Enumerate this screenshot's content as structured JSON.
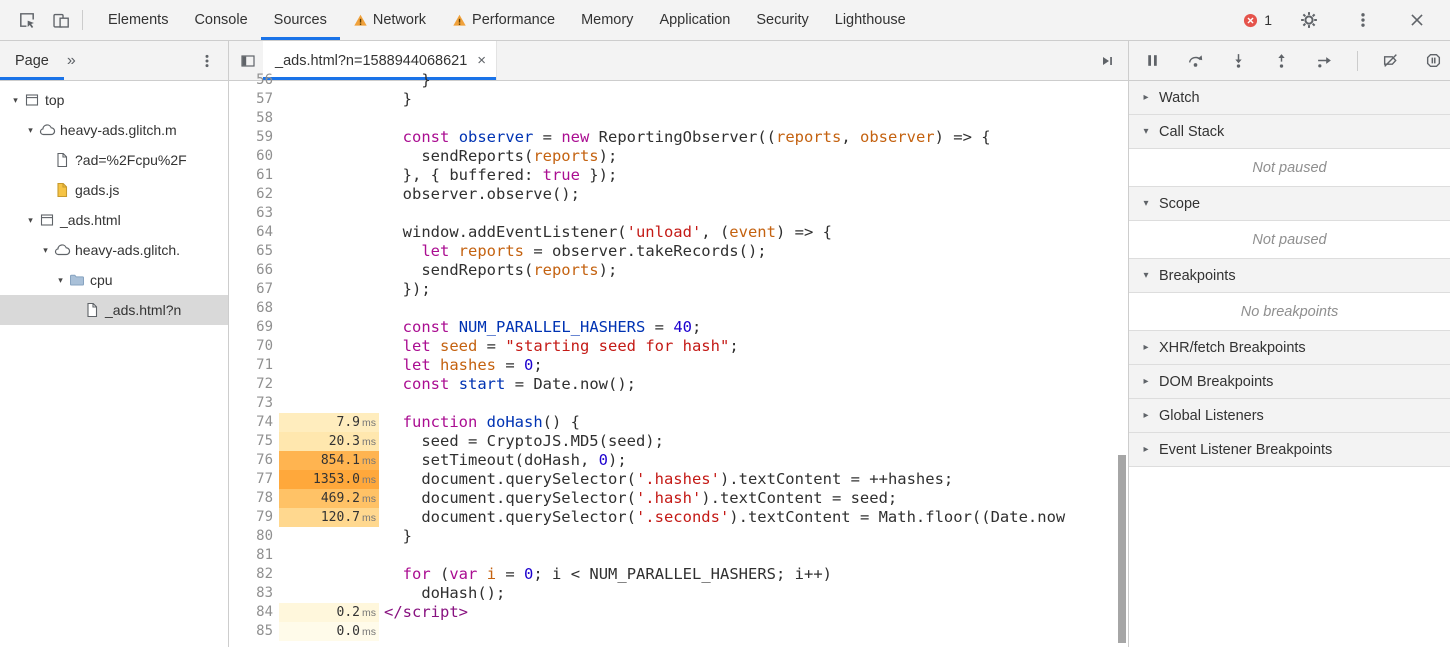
{
  "topbar": {
    "tabs": [
      {
        "label": "Elements"
      },
      {
        "label": "Console"
      },
      {
        "label": "Sources",
        "active": true
      },
      {
        "label": "Network",
        "warning": true
      },
      {
        "label": "Performance",
        "warning": true
      },
      {
        "label": "Memory"
      },
      {
        "label": "Application"
      },
      {
        "label": "Security"
      },
      {
        "label": "Lighthouse"
      }
    ],
    "error_count": "1",
    "accent_color": "#1a73e8"
  },
  "navigator": {
    "tab_label": "Page",
    "more_tabs_glyph": "»",
    "tree": [
      {
        "label": "top",
        "icon": "frame",
        "level": 0,
        "expanded": true
      },
      {
        "label": "heavy-ads.glitch.m",
        "icon": "cloud",
        "level": 1,
        "expanded": true
      },
      {
        "label": "?ad=%2Fcpu%2F",
        "icon": "doc",
        "level": 2
      },
      {
        "label": "gads.js",
        "icon": "js",
        "level": 2
      },
      {
        "label": "_ads.html",
        "icon": "frame",
        "level": 1,
        "expanded": true
      },
      {
        "label": "heavy-ads.glitch.",
        "icon": "cloud",
        "level": 2,
        "expanded": true
      },
      {
        "label": "cpu",
        "icon": "folder",
        "level": 3,
        "expanded": true
      },
      {
        "label": "_ads.html?n",
        "icon": "doc",
        "level": 4,
        "selected": true
      }
    ]
  },
  "editor": {
    "tab_label": "_ads.html?n=1588944068621",
    "close_glyph": "×",
    "ms_unit": "ms",
    "lines": [
      {
        "n": 56,
        "t": [
          [
            "pl",
            "    }"
          ]
        ]
      },
      {
        "n": 57,
        "t": [
          [
            "pl",
            "  }"
          ]
        ]
      },
      {
        "n": 58,
        "t": []
      },
      {
        "n": 59,
        "t": [
          [
            "pl",
            "  "
          ],
          [
            "kw",
            "const"
          ],
          [
            "pl",
            " "
          ],
          [
            "def",
            "observer"
          ],
          [
            "pl",
            " = "
          ],
          [
            "kw",
            "new"
          ],
          [
            "pl",
            " ReportingObserver(("
          ],
          [
            "loc",
            "reports"
          ],
          [
            "pl",
            ", "
          ],
          [
            "loc",
            "observer"
          ],
          [
            "pl",
            ") => {"
          ]
        ]
      },
      {
        "n": 60,
        "t": [
          [
            "pl",
            "    sendReports("
          ],
          [
            "loc",
            "reports"
          ],
          [
            "pl",
            ");"
          ]
        ]
      },
      {
        "n": 61,
        "t": [
          [
            "pl",
            "  }, { buffered: "
          ],
          [
            "kw",
            "true"
          ],
          [
            "pl",
            " });"
          ]
        ]
      },
      {
        "n": 62,
        "t": [
          [
            "pl",
            "  observer.observe();"
          ]
        ]
      },
      {
        "n": 63,
        "t": []
      },
      {
        "n": 64,
        "t": [
          [
            "pl",
            "  window.addEventListener("
          ],
          [
            "str",
            "'unload'"
          ],
          [
            "pl",
            ", ("
          ],
          [
            "loc",
            "event"
          ],
          [
            "pl",
            ") => {"
          ]
        ]
      },
      {
        "n": 65,
        "t": [
          [
            "pl",
            "    "
          ],
          [
            "kw",
            "let"
          ],
          [
            "pl",
            " "
          ],
          [
            "loc",
            "reports"
          ],
          [
            "pl",
            " = observer.takeRecords();"
          ]
        ]
      },
      {
        "n": 66,
        "t": [
          [
            "pl",
            "    sendReports("
          ],
          [
            "loc",
            "reports"
          ],
          [
            "pl",
            ");"
          ]
        ]
      },
      {
        "n": 67,
        "t": [
          [
            "pl",
            "  });"
          ]
        ]
      },
      {
        "n": 68,
        "t": []
      },
      {
        "n": 69,
        "t": [
          [
            "pl",
            "  "
          ],
          [
            "kw",
            "const"
          ],
          [
            "pl",
            " "
          ],
          [
            "def",
            "NUM_PARALLEL_HASHERS"
          ],
          [
            "pl",
            " = "
          ],
          [
            "num",
            "40"
          ],
          [
            "pl",
            ";"
          ]
        ]
      },
      {
        "n": 70,
        "t": [
          [
            "pl",
            "  "
          ],
          [
            "kw",
            "let"
          ],
          [
            "pl",
            " "
          ],
          [
            "loc",
            "seed"
          ],
          [
            "pl",
            " = "
          ],
          [
            "str",
            "\"starting seed for hash\""
          ],
          [
            "pl",
            ";"
          ]
        ]
      },
      {
        "n": 71,
        "t": [
          [
            "pl",
            "  "
          ],
          [
            "kw",
            "let"
          ],
          [
            "pl",
            " "
          ],
          [
            "loc",
            "hashes"
          ],
          [
            "pl",
            " = "
          ],
          [
            "num",
            "0"
          ],
          [
            "pl",
            ";"
          ]
        ]
      },
      {
        "n": 72,
        "t": [
          [
            "pl",
            "  "
          ],
          [
            "kw",
            "const"
          ],
          [
            "pl",
            " "
          ],
          [
            "def",
            "start"
          ],
          [
            "pl",
            " = Date.now();"
          ]
        ]
      },
      {
        "n": 73,
        "t": []
      },
      {
        "n": 74,
        "ms": "7.9",
        "bg": "#ffedbe",
        "t": [
          [
            "pl",
            "  "
          ],
          [
            "kw",
            "function"
          ],
          [
            "pl",
            " "
          ],
          [
            "def",
            "doHash"
          ],
          [
            "pl",
            "() {"
          ]
        ]
      },
      {
        "n": 75,
        "ms": "20.3",
        "bg": "#ffe7ae",
        "t": [
          [
            "pl",
            "    seed = CryptoJS.MD5(seed);"
          ]
        ]
      },
      {
        "n": 76,
        "ms": "854.1",
        "bg": "#ffb450",
        "t": [
          [
            "pl",
            "    setTimeout(doHash, "
          ],
          [
            "num",
            "0"
          ],
          [
            "pl",
            ");"
          ]
        ]
      },
      {
        "n": 77,
        "ms": "1353.0",
        "bg": "#ffa83b",
        "t": [
          [
            "pl",
            "    document.querySelector("
          ],
          [
            "str",
            "'.hashes'"
          ],
          [
            "pl",
            ").textContent = ++hashes;"
          ]
        ]
      },
      {
        "n": 78,
        "ms": "469.2",
        "bg": "#ffc266",
        "t": [
          [
            "pl",
            "    document.querySelector("
          ],
          [
            "str",
            "'.hash'"
          ],
          [
            "pl",
            ").textContent = seed;"
          ]
        ]
      },
      {
        "n": 79,
        "ms": "120.7",
        "bg": "#ffd88f",
        "t": [
          [
            "pl",
            "    document.querySelector("
          ],
          [
            "str",
            "'.seconds'"
          ],
          [
            "pl",
            ").textContent = Math.floor((Date.now"
          ]
        ]
      },
      {
        "n": 80,
        "t": [
          [
            "pl",
            "  }"
          ]
        ]
      },
      {
        "n": 81,
        "t": []
      },
      {
        "n": 82,
        "t": [
          [
            "pl",
            "  "
          ],
          [
            "kw",
            "for"
          ],
          [
            "pl",
            " ("
          ],
          [
            "kw",
            "var"
          ],
          [
            "pl",
            " "
          ],
          [
            "loc",
            "i"
          ],
          [
            "pl",
            " = "
          ],
          [
            "num",
            "0"
          ],
          [
            "pl",
            "; i < NUM_PARALLEL_HASHERS; i++)"
          ]
        ]
      },
      {
        "n": 83,
        "t": [
          [
            "pl",
            "    doHash();"
          ]
        ]
      },
      {
        "n": 84,
        "ms": "0.2",
        "bg": "#fff7dc",
        "t": [
          [
            "tag",
            "</script>"
          ]
        ]
      },
      {
        "n": 85,
        "ms": "0.0",
        "bg": "#fffbea",
        "t": []
      }
    ]
  },
  "debugger": {
    "toolbar": [
      "pause",
      "step-over",
      "step-into",
      "step-out",
      "step",
      "sep",
      "deactivate-breakpoints",
      "pause-on-exceptions"
    ],
    "sections": [
      {
        "label": "Watch",
        "expanded": false
      },
      {
        "label": "Call Stack",
        "expanded": true,
        "message": "Not paused"
      },
      {
        "label": "Scope",
        "expanded": true,
        "message": "Not paused"
      },
      {
        "label": "Breakpoints",
        "expanded": true,
        "message": "No breakpoints"
      },
      {
        "label": "XHR/fetch Breakpoints",
        "expanded": false
      },
      {
        "label": "DOM Breakpoints",
        "expanded": false
      },
      {
        "label": "Global Listeners",
        "expanded": false
      },
      {
        "label": "Event Listener Breakpoints",
        "expanded": false
      }
    ]
  },
  "syntax_colors": {
    "keyword": "#aa0d91",
    "string": "#c41a16",
    "number": "#1c00cf",
    "definition": "#0033b3",
    "local": "#c46210",
    "tag": "#881280",
    "plain": "#303030"
  }
}
